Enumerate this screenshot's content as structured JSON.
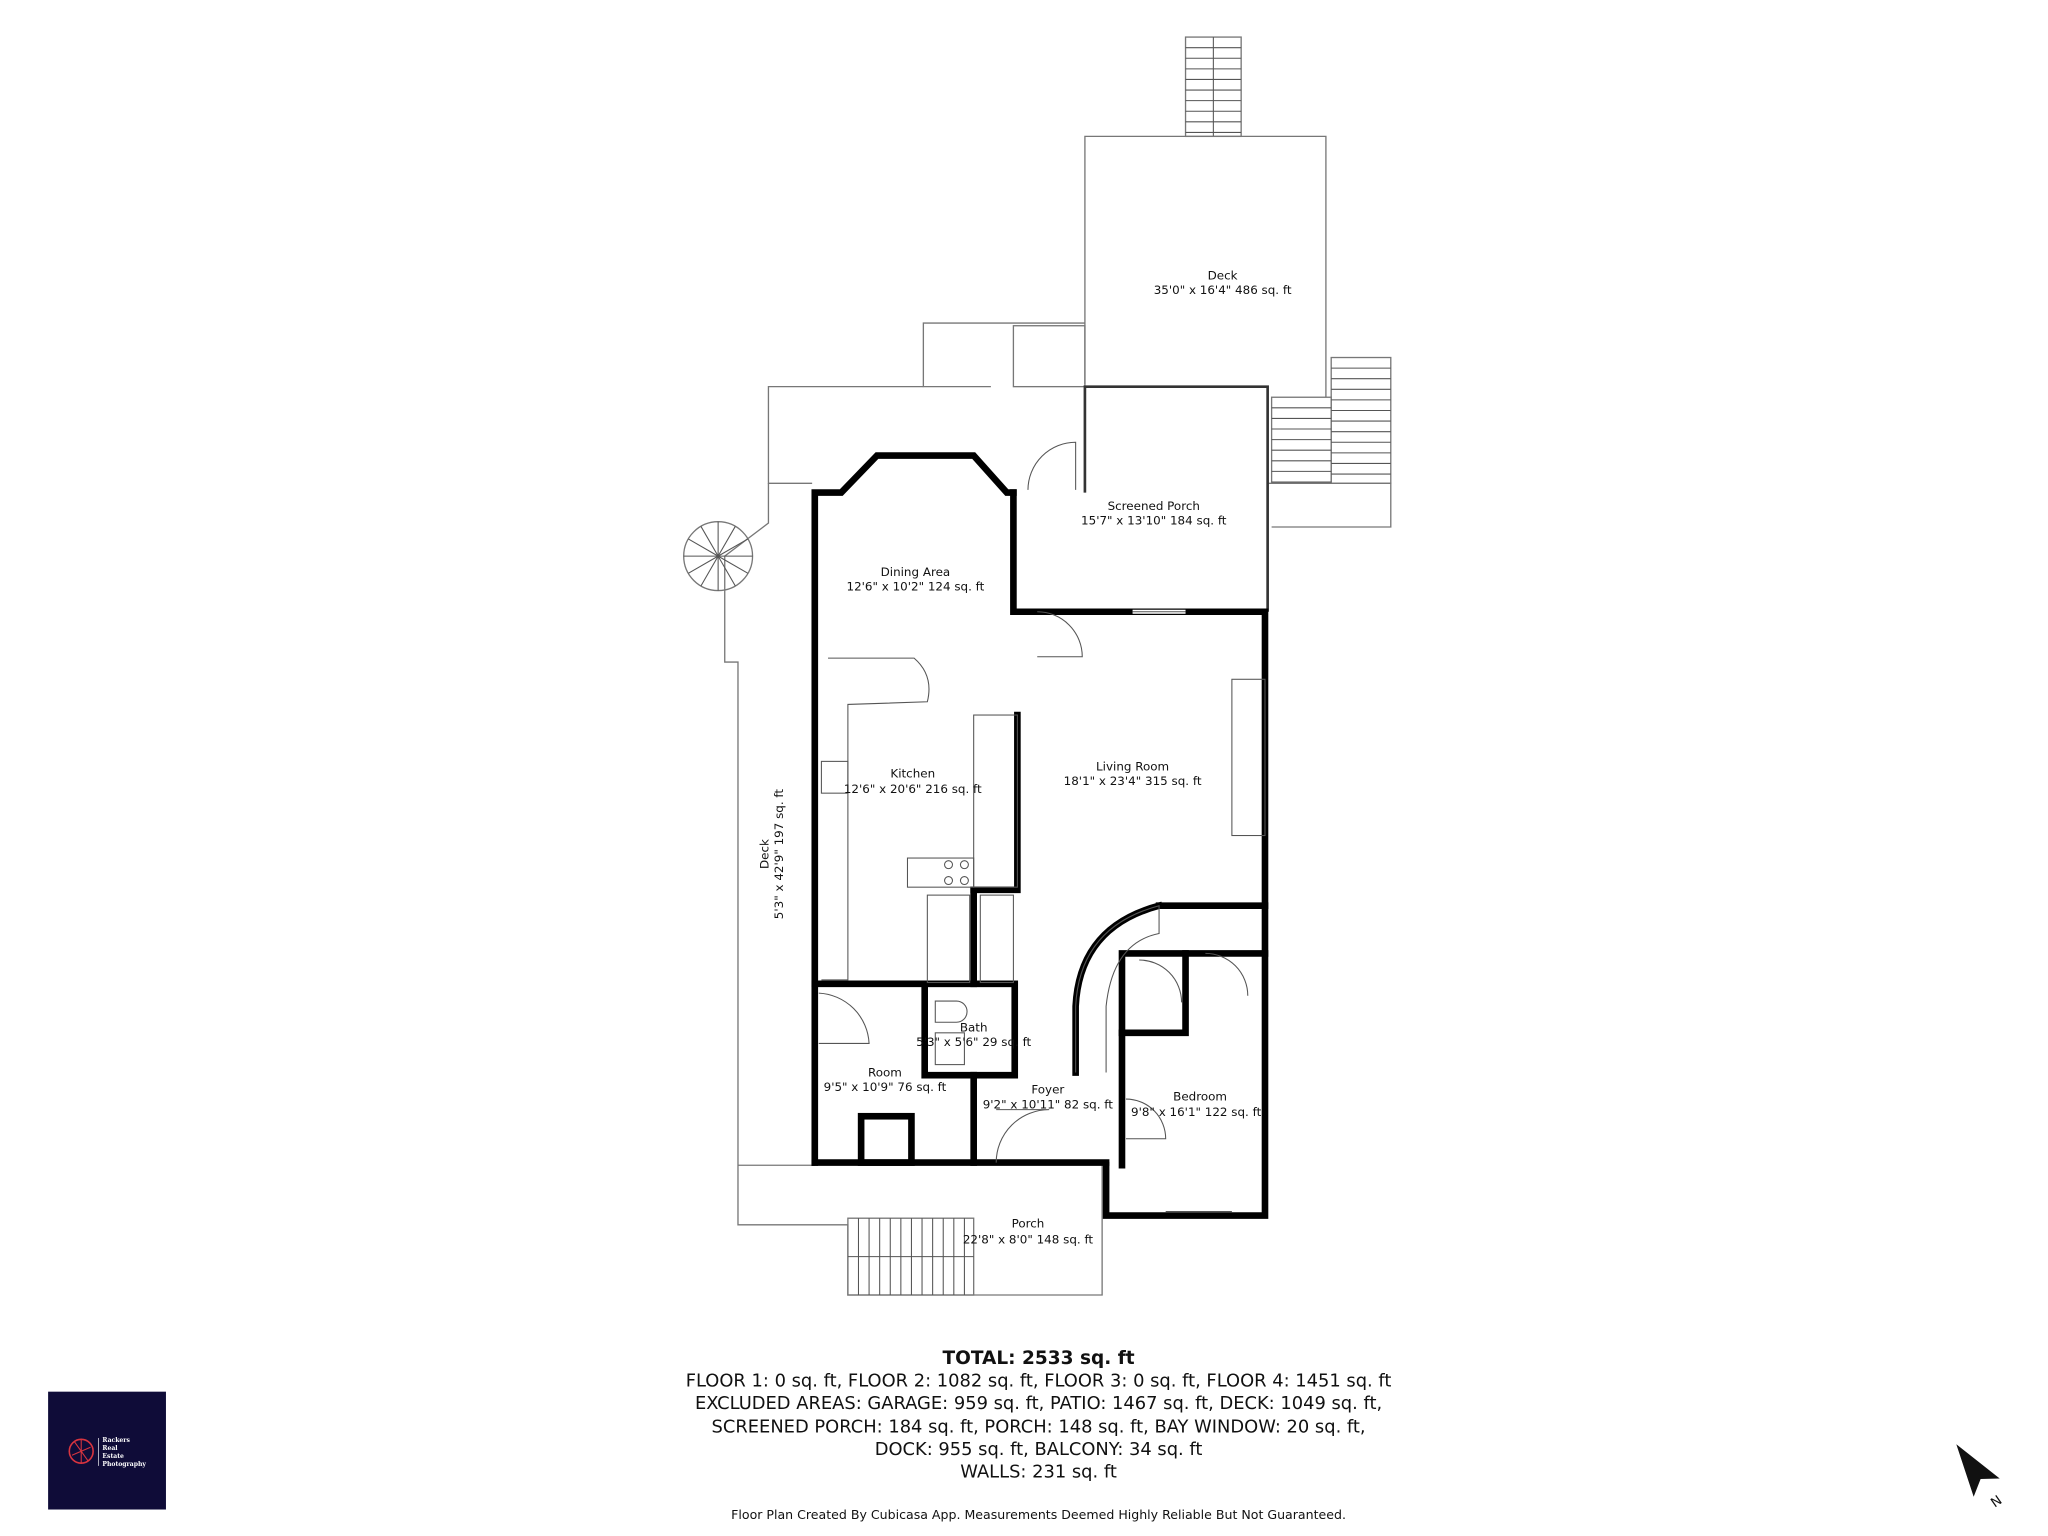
{
  "rooms": {
    "deck_top": {
      "name": "Deck",
      "size": "35'0\" x 16'4\" 486 sq. ft"
    },
    "screened_porch": {
      "name": "Screened Porch",
      "size": "15'7\" x 13'10\" 184 sq. ft"
    },
    "dining_area": {
      "name": "Dining Area",
      "size": "12'6\" x 10'2\" 124 sq. ft"
    },
    "kitchen": {
      "name": "Kitchen",
      "size": "12'6\" x 20'6\" 216 sq. ft"
    },
    "living_room": {
      "name": "Living Room",
      "size": "18'1\" x 23'4\" 315 sq. ft"
    },
    "deck_side": {
      "name": "Deck",
      "size": "5'3\" x 42'9\" 197 sq. ft"
    },
    "bath": {
      "name": "Bath",
      "size": "5'3\" x 5'6\" 29 sq. ft"
    },
    "room": {
      "name": "Room",
      "size": "9'5\" x 10'9\" 76 sq. ft"
    },
    "foyer": {
      "name": "Foyer",
      "size": "9'2\" x 10'11\" 82 sq. ft"
    },
    "bedroom": {
      "name": "Bedroom",
      "size": "9'8\" x 16'1\" 122 sq. ft"
    },
    "porch": {
      "name": "Porch",
      "size": "22'8\" x 8'0\" 148 sq. ft"
    }
  },
  "summary": {
    "total": "TOTAL: 2533 sq. ft",
    "lines": [
      "FLOOR 1: 0 sq. ft, FLOOR 2: 1082 sq. ft, FLOOR 3: 0 sq. ft, FLOOR 4: 1451 sq. ft",
      "EXCLUDED AREAS: GARAGE: 959 sq. ft, PATIO: 1467 sq. ft, DECK: 1049 sq. ft,",
      "SCREENED PORCH: 184 sq. ft, PORCH: 148 sq. ft, BAY WINDOW: 20 sq. ft,",
      "DOCK: 955 sq. ft, BALCONY: 34 sq. ft",
      "WALLS: 231 sq. ft"
    ],
    "disclaimer": "Floor Plan Created By Cubicasa App. Measurements Deemed Highly Reliable But Not Guaranteed."
  },
  "logo": {
    "text": [
      "Rackers",
      "Real",
      "Estate",
      "Photography"
    ],
    "background": "#0f0c38",
    "accent": "#d8343f"
  },
  "compass": {
    "icon": "north-arrow-icon",
    "label": "N"
  }
}
